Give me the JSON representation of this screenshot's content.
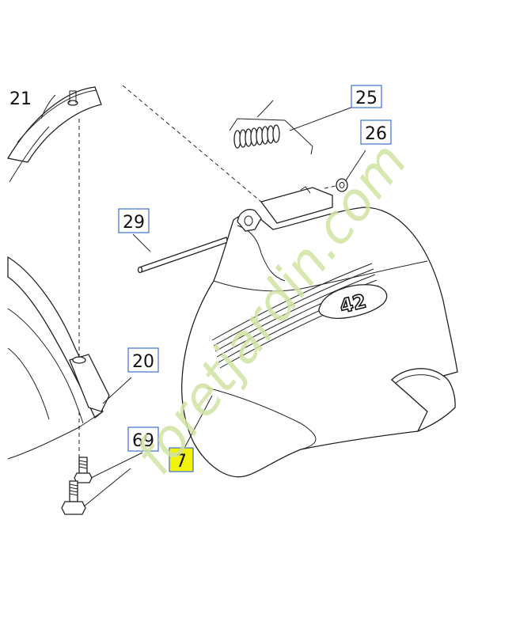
{
  "callouts": {
    "c21": "21",
    "c25": "25",
    "c26": "26",
    "c29": "29",
    "c20": "20",
    "c69": "69",
    "c7": "7"
  },
  "highlight": {
    "label": "7",
    "color": "#f2f20a"
  },
  "badge": {
    "text": "42"
  },
  "watermark": {
    "main": "foretjardin",
    "suffix": ".com",
    "color_green": "#cfe3a3",
    "color_orange": "#f4b36b"
  }
}
